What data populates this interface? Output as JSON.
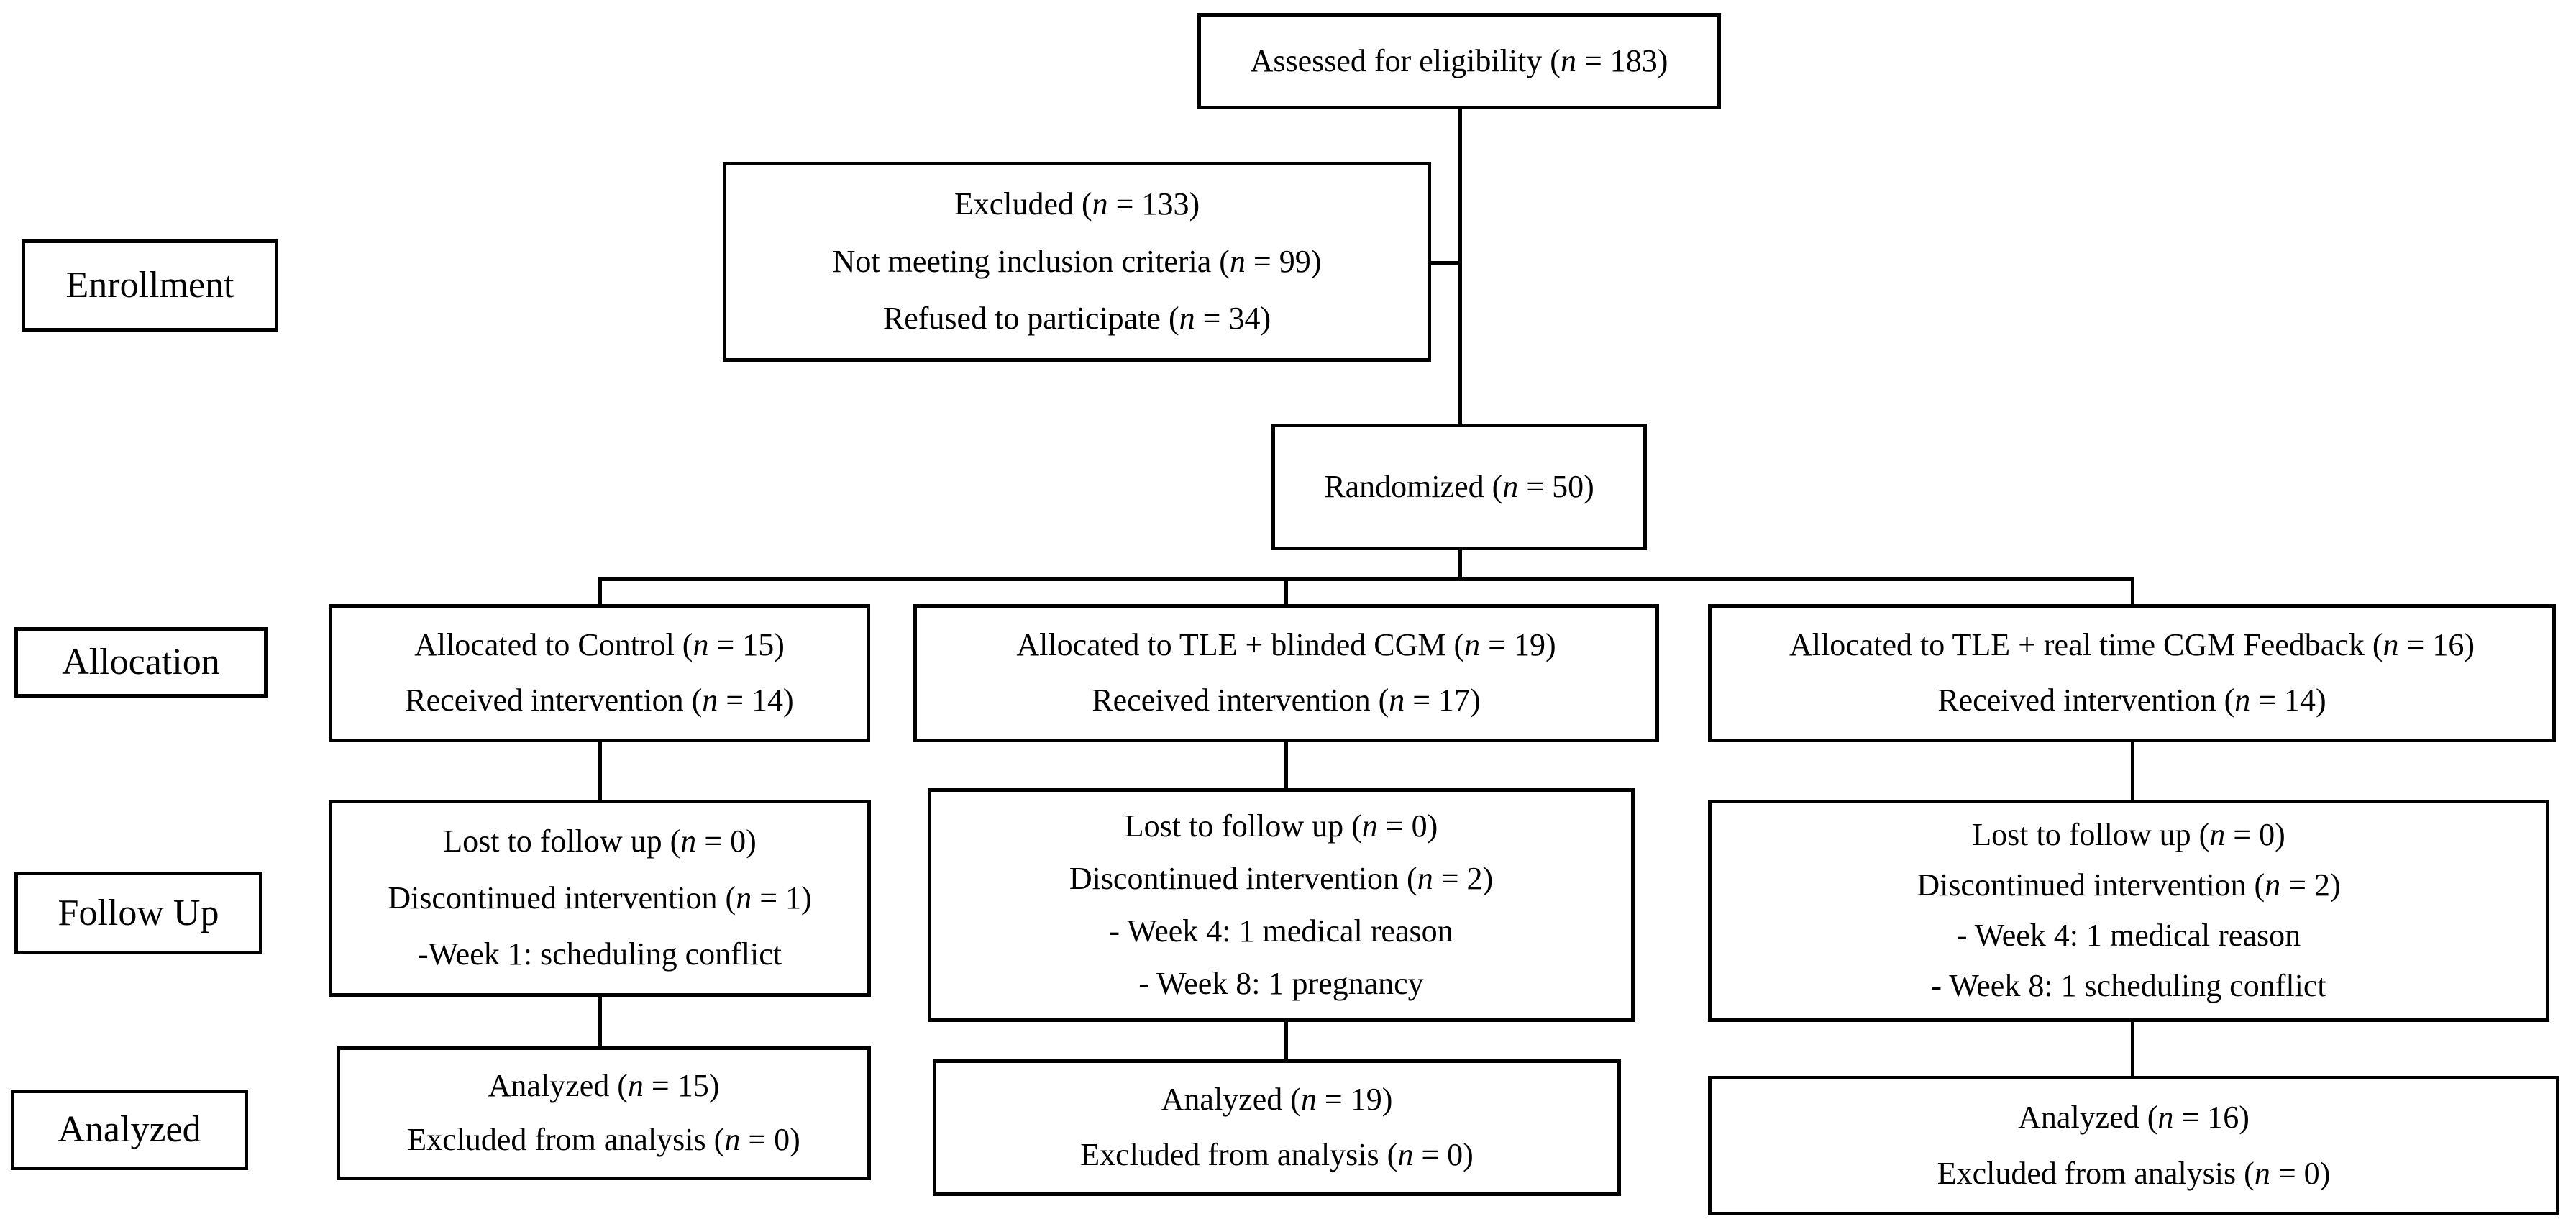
{
  "figure": {
    "background": "#ffffff",
    "line_color": "#000000",
    "text_color": "#000000"
  },
  "stage_labels": {
    "enrollment": "Enrollment",
    "allocation": "Allocation",
    "follow_up": "Follow Up",
    "analyzed": "Analyzed"
  },
  "boxes": {
    "assessed": {
      "lines": [
        "Assessed for eligibility (n = 183)"
      ]
    },
    "excluded": {
      "lines": [
        "Excluded (n = 133)",
        "Not meeting inclusion criteria (n = 99)",
        "Refused to participate (n = 34)"
      ]
    },
    "randomized": {
      "lines": [
        "Randomized (n = 50)"
      ]
    },
    "allocation_control": {
      "lines": [
        "Allocated to Control (n = 15)",
        "Received intervention (n = 14)"
      ]
    },
    "allocation_blinded_cgm": {
      "lines": [
        "Allocated to TLE + blinded CGM (n = 19)",
        "Received intervention (n = 17)"
      ]
    },
    "allocation_realtime_cgm": {
      "lines": [
        "Allocated to TLE + real time CGM Feedback (n = 16)",
        "Received intervention (n = 14)"
      ]
    },
    "followup_control": {
      "lines": [
        "Lost to follow up (n = 0)",
        "Discontinued intervention (n = 1)",
        "-Week 1: scheduling conflict"
      ]
    },
    "followup_blinded_cgm": {
      "lines": [
        "Lost to follow up (n = 0)",
        "Discontinued intervention (n = 2)",
        "- Week 4: 1 medical reason",
        "- Week 8: 1 pregnancy"
      ]
    },
    "followup_realtime_cgm": {
      "lines": [
        "Lost to follow up (n = 0)",
        "Discontinued intervention (n = 2)",
        "- Week 4: 1 medical reason",
        "- Week 8: 1 scheduling conflict"
      ]
    },
    "analyzed_control": {
      "lines": [
        "Analyzed (n = 15)",
        "Excluded from analysis (n = 0)"
      ]
    },
    "analyzed_blinded_cgm": {
      "lines": [
        "Analyzed (n = 19)",
        "Excluded from analysis (n = 0)"
      ]
    },
    "analyzed_realtime_cgm": {
      "lines": [
        "Analyzed (n = 16)",
        "Excluded from analysis (n = 0)"
      ]
    }
  }
}
